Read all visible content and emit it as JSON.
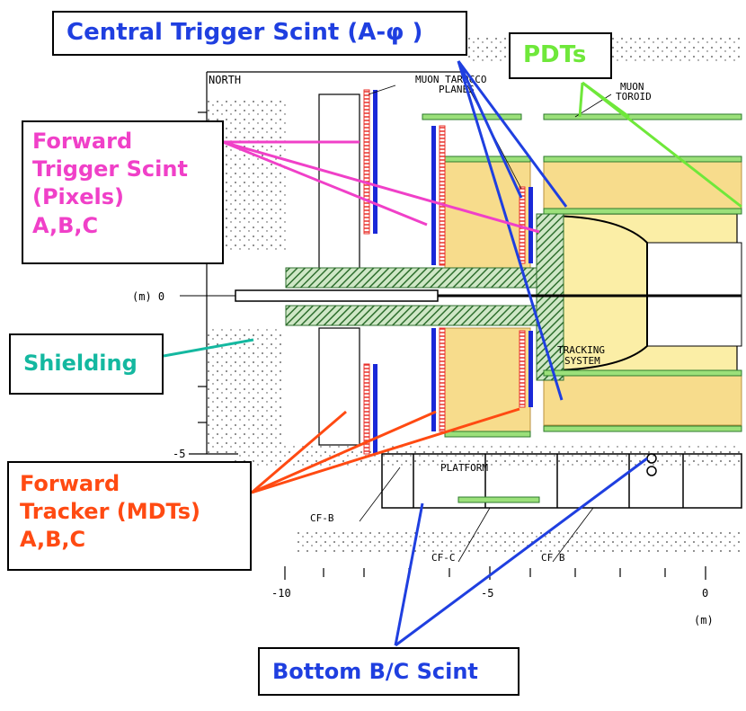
{
  "callouts": {
    "central_trigger": {
      "text": "Central Trigger Scint (A-φ )",
      "color": "#1f3fe0"
    },
    "pdts": {
      "text": "PDTs",
      "color": "#6fe83a"
    },
    "forward_trigger": {
      "lines": [
        "Forward",
        "Trigger Scint",
        "(Pixels)",
        "A,B,C"
      ],
      "color": "#f040c8"
    },
    "shielding": {
      "text": "Shielding",
      "color": "#14b8a0"
    },
    "forward_tracker": {
      "lines": [
        "Forward",
        "Tracker (MDTs)",
        "A,B,C"
      ],
      "color": "#ff4a12"
    },
    "bottom_scint": {
      "text": "Bottom B/C Scint",
      "color": "#1f3fe0"
    }
  },
  "drawing_labels": {
    "north": "NORTH",
    "muon_planes_1": "MUON TAROCCO",
    "muon_planes_2": "PLANES",
    "muon_toroid_1": "MUON",
    "muon_toroid_2": "TOROID",
    "tracking_1": "TRACKING",
    "tracking_2": "SYSTEM",
    "platform": "PLATFORM",
    "cf_b_left": "CF-B",
    "cf_c": "CF-C",
    "cf_b_right": "CF B",
    "m_label": "(m) 0",
    "y_minus5": "-5",
    "x_minus10": "-10",
    "x_minus5": "-5",
    "x_zero": "0",
    "x_unit": "(m)"
  },
  "colors": {
    "scint_red": "#e8302a",
    "scint_blue": "#1a28d8",
    "iron_yellow": "#f7dc8c",
    "shield_green": "#2f7d2f",
    "pdt_green": "#7bd860"
  }
}
